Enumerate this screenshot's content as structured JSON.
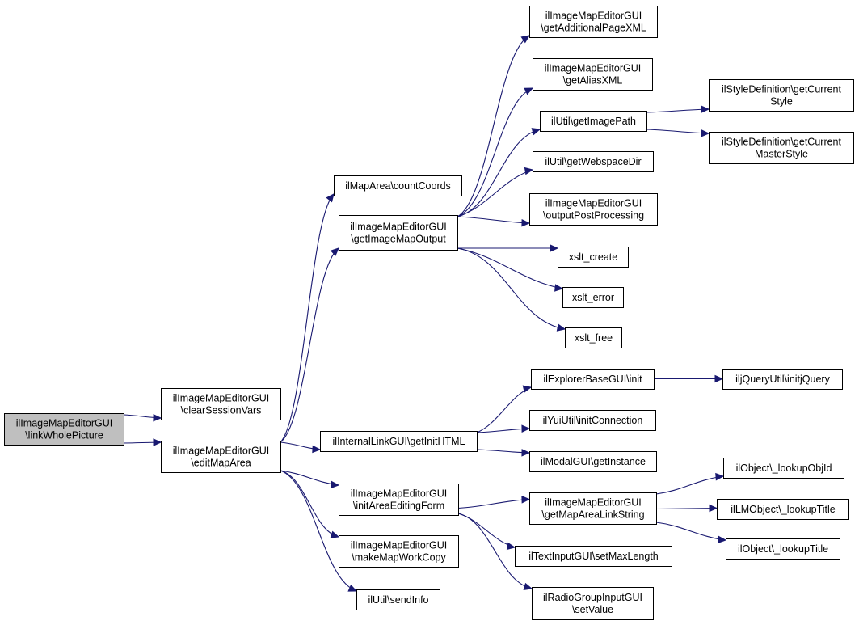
{
  "colors": {
    "edge": "#191970",
    "node_fill": "#ffffff",
    "root_fill": "#bfbfbf",
    "node_border": "#000000"
  },
  "nodes": {
    "root": {
      "lines": [
        "ilImageMapEditorGUI",
        "\\linkWholePicture"
      ]
    },
    "csv": {
      "lines": [
        "ilImageMapEditorGUI",
        "\\clearSessionVars"
      ]
    },
    "ema": {
      "lines": [
        "ilImageMapEditorGUI",
        "\\editMapArea"
      ]
    },
    "cc": {
      "lines": [
        "ilMapArea\\countCoords"
      ]
    },
    "gimo": {
      "lines": [
        "ilImageMapEditorGUI",
        "\\getImageMapOutput"
      ]
    },
    "gapx": {
      "lines": [
        "ilImageMapEditorGUI",
        "\\getAdditionalPageXML"
      ]
    },
    "gax": {
      "lines": [
        "ilImageMapEditorGUI",
        "\\getAliasXML"
      ]
    },
    "gip": {
      "lines": [
        "ilUtil\\getImagePath"
      ]
    },
    "gcs": {
      "lines": [
        "ilStyleDefinition\\getCurrent",
        "Style"
      ]
    },
    "gcms": {
      "lines": [
        "ilStyleDefinition\\getCurrent",
        "MasterStyle"
      ]
    },
    "gwd": {
      "lines": [
        "ilUtil\\getWebspaceDir"
      ]
    },
    "opp": {
      "lines": [
        "ilImageMapEditorGUI",
        "\\outputPostProcessing"
      ]
    },
    "xc": {
      "lines": [
        "xslt_create"
      ]
    },
    "xe": {
      "lines": [
        "xslt_error"
      ]
    },
    "xf": {
      "lines": [
        "xslt_free"
      ]
    },
    "ebi": {
      "lines": [
        "ilExplorerBaseGUI\\init"
      ]
    },
    "ijq": {
      "lines": [
        "iljQueryUtil\\initjQuery"
      ]
    },
    "yui": {
      "lines": [
        "ilYuiUtil\\initConnection"
      ]
    },
    "gih": {
      "lines": [
        "ilInternalLinkGUI\\getInitHTML"
      ]
    },
    "mgi": {
      "lines": [
        "ilModalGUI\\getInstance"
      ]
    },
    "iaef": {
      "lines": [
        "ilImageMapEditorGUI",
        "\\initAreaEditingForm"
      ]
    },
    "gmals": {
      "lines": [
        "ilImageMapEditorGUI",
        "\\getMapAreaLinkString"
      ]
    },
    "loi": {
      "lines": [
        "ilObject\\_lookupObjId"
      ]
    },
    "llt": {
      "lines": [
        "ilLMObject\\_lookupTitle"
      ]
    },
    "lot": {
      "lines": [
        "ilObject\\_lookupTitle"
      ]
    },
    "mmwc": {
      "lines": [
        "ilImageMapEditorGUI",
        "\\makeMapWorkCopy"
      ]
    },
    "tsml": {
      "lines": [
        "ilTextInputGUI\\setMaxLength"
      ]
    },
    "si": {
      "lines": [
        "ilUtil\\sendInfo"
      ]
    },
    "rsv": {
      "lines": [
        "ilRadioGroupInputGUI",
        "\\setValue"
      ]
    }
  },
  "edges": [
    [
      "root",
      "csv"
    ],
    [
      "root",
      "ema"
    ],
    [
      "ema",
      "cc"
    ],
    [
      "ema",
      "gimo"
    ],
    [
      "ema",
      "gih"
    ],
    [
      "ema",
      "iaef"
    ],
    [
      "ema",
      "mmwc"
    ],
    [
      "ema",
      "si"
    ],
    [
      "gimo",
      "gapx"
    ],
    [
      "gimo",
      "gax"
    ],
    [
      "gimo",
      "gip"
    ],
    [
      "gimo",
      "gwd"
    ],
    [
      "gimo",
      "opp"
    ],
    [
      "gimo",
      "xc"
    ],
    [
      "gimo",
      "xe"
    ],
    [
      "gimo",
      "xf"
    ],
    [
      "gip",
      "gcs"
    ],
    [
      "gip",
      "gcms"
    ],
    [
      "gih",
      "ebi"
    ],
    [
      "gih",
      "yui"
    ],
    [
      "gih",
      "mgi"
    ],
    [
      "ebi",
      "ijq"
    ],
    [
      "iaef",
      "gmals"
    ],
    [
      "iaef",
      "tsml"
    ],
    [
      "iaef",
      "rsv"
    ],
    [
      "gmals",
      "loi"
    ],
    [
      "gmals",
      "llt"
    ],
    [
      "gmals",
      "lot"
    ]
  ]
}
